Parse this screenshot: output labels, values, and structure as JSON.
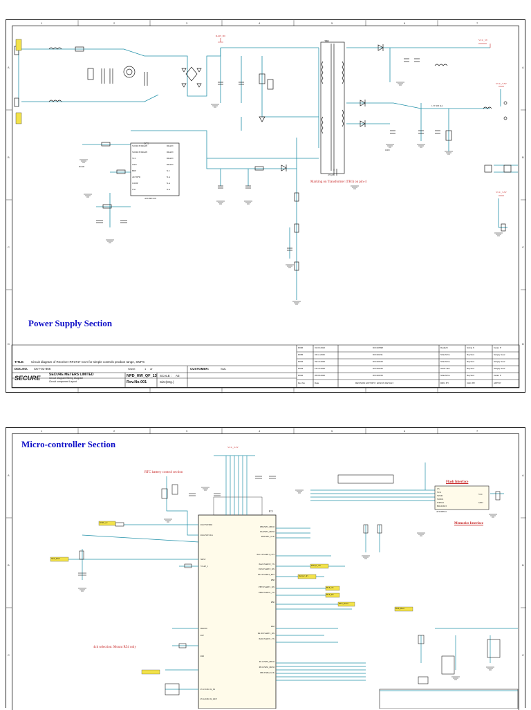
{
  "colors": {
    "wire": "#2090a8",
    "component": "#1a1a1a",
    "heading": "#1010c8",
    "note": "#c82828",
    "netlabel_fill": "#f2e24a",
    "border": "#222222"
  },
  "sheet1": {
    "heading": "Power Supply Section",
    "note": "Marking on Transformer (TR1) on pin-4",
    "components": {
      "ic1_ref": "IC1",
      "ic1_part": "ALT480T-003",
      "ic1_pins_left": [
        "SOURCE/DRAIN",
        "SOURCE/DRAIN",
        "VCC",
        "GND",
        "BRP",
        "AUTOFR",
        "COMP",
        "CSC"
      ],
      "ic1_pins_right": [
        "DRAIN",
        "DRAIN",
        "DRAIN",
        "DRAIN",
        "N.C",
        "N.A",
        "N.A",
        "N.A"
      ],
      "tr1": "TR1",
      "net_raw_dc": "RAW_DC",
      "net_vcc_5v": "VCC_5V",
      "net_vcc_33v": "VCC_3.3V",
      "pgnd": "PGND",
      "gnd": "GND",
      "c4_label": "470 pF",
      "l_label": "1.5V 400 mA"
    },
    "title_block": {
      "title_label": "TITLE:",
      "title_value": "Circuit diagram of Receiver RF3747 CCA for simple controls product range, SMPS",
      "doc_label": "DOC.NO.",
      "doc_value": "CKT-01-866",
      "customer_label": "CUSTOMER:",
      "customer_value": "SML",
      "company": "SECURE METERS LIMITED",
      "company_lines": [
        "Circuit Diagram/Wiring Diagram",
        "Circuit component Layout"
      ],
      "logo": "SECURE",
      "sheet_label": "Sheet",
      "sheet_value": "1",
      "of_label": "of",
      "scale_label": "SCALE :",
      "scale_value": "A3",
      "size_value": "Size(Org.)",
      "drawing_no": "NPD_HW_QF_13",
      "rev_no": "Rev.No.001",
      "revisions": [
        {
          "rev": "R006",
          "date": "31.03.2022",
          "ecn": "DCN10598",
          "made": "Radiah I",
          "chk": "Giriraj S",
          "app": "Karan P"
        },
        {
          "rev": "R005",
          "date": "24.11.2020",
          "ecn": "DCN10211",
          "made": "Shashi Ku",
          "chk": "Raj Soni",
          "app": "Sanjay Gaur"
        },
        {
          "rev": "R004",
          "date": "29.10.2020",
          "ecn": "DCN10163",
          "made": "Shashi Ku",
          "chk": "Raj Soni",
          "app": "Sanjay Gaur"
        },
        {
          "rev": "R003",
          "date": "15.10.2020",
          "ecn": "DCN10156",
          "made": "Swati Jain",
          "chk": "Raj Soni",
          "app": "Sanjay Gaur"
        },
        {
          "rev": "R002",
          "date": "05.08.2020",
          "ecn": "DCN10153",
          "made": "Shashi Ku",
          "chk": "Raj Soni",
          "app": "Karan P"
        }
      ],
      "rev_headers": [
        "Rev No",
        "Date",
        "REVISION HISTORY / ECN/CN DETAILS",
        "DRN. BY",
        "CHD. BY",
        "APP BY"
      ]
    }
  },
  "sheet2": {
    "heading": "Micro-controller Section",
    "notes": [
      "RTC battery control section",
      "4ch selection: Mount R54 only"
    ],
    "flash_title": "Flash Interface",
    "flash_sub": "Memories Interface",
    "mcu_ref": "IC1",
    "net_vcc": "VCC_3.3V",
    "mcu_pins_left": [
      "PA13/SWDIO",
      "PA14/SWCLK",
      "NRST",
      "VCAP_1",
      "BOOT0",
      "PA7",
      "PA6",
      "PC13/OSC32_IN",
      "PC14/OSC32_OUT"
    ],
    "mcu_pins_right": [
      "PB4/SPI1_MISO",
      "PA6/SPI1_MOSI",
      "PB3/SPI1_SCK",
      "PA11/USART1_CTS",
      "PA2/USART2_TX",
      "PA3/USART2_RX",
      "PA1/USART2_RTS",
      "PB8",
      "PB7/USART1_RX",
      "PB6/USART1_TX",
      "PB0",
      "PA8",
      "PA10/USART1_RX",
      "PA9/USART1_TX",
      "PA12/SPI2_MISO",
      "PB15/SPI2_MOSI",
      "PB13/SPI2_SCK"
    ],
    "netlabels": [
      "WDT_s/c",
      "SKT_RST",
      "Relay1_drv",
      "Relay2_drv",
      "BLE_Tx",
      "BLE_Rx",
      "BLE_Reset",
      "BLE_Boot"
    ],
    "flash_ic": "AT25DF041",
    "flash_pins_left": [
      "CS",
      "SCK",
      "SI/IO0",
      "SO/IO1",
      "WP/IO2",
      "HOLD/IO3"
    ],
    "flash_pins_right": [
      "VCC",
      "GND"
    ]
  }
}
